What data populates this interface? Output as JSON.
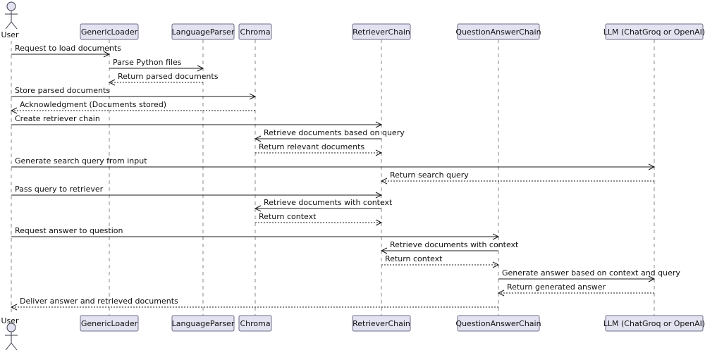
{
  "participants": [
    {
      "id": "user",
      "label": "User",
      "kind": "actor"
    },
    {
      "id": "loader",
      "label": "GenericLoader",
      "kind": "box"
    },
    {
      "id": "parser",
      "label": "LanguageParser",
      "kind": "box"
    },
    {
      "id": "chroma",
      "label": "Chroma",
      "kind": "box"
    },
    {
      "id": "retriever",
      "label": "RetrieverChain",
      "kind": "box"
    },
    {
      "id": "qa",
      "label": "QuestionAnswerChain",
      "kind": "box"
    },
    {
      "id": "llm",
      "label": "LLM (ChatGroq or OpenAI)",
      "kind": "box"
    }
  ],
  "messages": [
    {
      "from": "user",
      "to": "loader",
      "label": "Request to load documents",
      "style": "solid"
    },
    {
      "from": "loader",
      "to": "parser",
      "label": "Parse Python files",
      "style": "solid"
    },
    {
      "from": "parser",
      "to": "loader",
      "label": "Return parsed documents",
      "style": "dashed"
    },
    {
      "from": "user",
      "to": "chroma",
      "label": "Store parsed documents",
      "style": "solid"
    },
    {
      "from": "chroma",
      "to": "user",
      "label": "Acknowledgment (Documents stored)",
      "style": "dashed"
    },
    {
      "from": "user",
      "to": "retriever",
      "label": "Create retriever chain",
      "style": "solid"
    },
    {
      "from": "retriever",
      "to": "chroma",
      "label": "Retrieve documents based on query",
      "style": "solid"
    },
    {
      "from": "chroma",
      "to": "retriever",
      "label": "Return relevant documents",
      "style": "dashed"
    },
    {
      "from": "user",
      "to": "llm",
      "label": "Generate search query from input",
      "style": "solid"
    },
    {
      "from": "llm",
      "to": "retriever",
      "label": "Return search query",
      "style": "dashed"
    },
    {
      "from": "user",
      "to": "retriever",
      "label": "Pass query to retriever",
      "style": "solid"
    },
    {
      "from": "retriever",
      "to": "chroma",
      "label": "Retrieve documents with context",
      "style": "solid"
    },
    {
      "from": "chroma",
      "to": "retriever",
      "label": "Return context",
      "style": "dashed"
    },
    {
      "from": "user",
      "to": "qa",
      "label": "Request answer to question",
      "style": "solid"
    },
    {
      "from": "qa",
      "to": "retriever",
      "label": "Retrieve documents with context",
      "style": "solid"
    },
    {
      "from": "retriever",
      "to": "qa",
      "label": "Return context",
      "style": "dashed"
    },
    {
      "from": "qa",
      "to": "llm",
      "label": "Generate answer based on context and query",
      "style": "solid"
    },
    {
      "from": "llm",
      "to": "qa",
      "label": "Return generated answer",
      "style": "dashed"
    },
    {
      "from": "qa",
      "to": "user",
      "label": "Deliver answer and retrieved documents",
      "style": "dashed"
    }
  ],
  "colors": {
    "participant_fill": "#e2e2f0",
    "participant_border": "#6f6f8a",
    "lifeline": "#8a8a8a",
    "arrow": "#1a1a1a"
  }
}
